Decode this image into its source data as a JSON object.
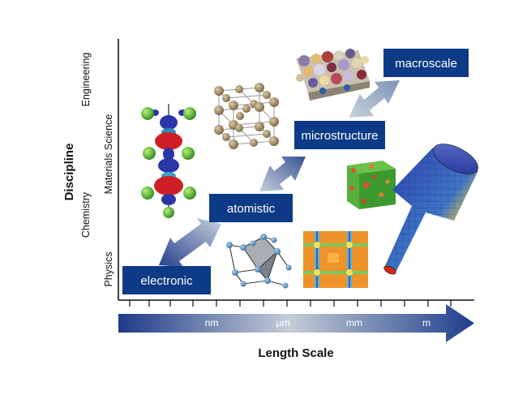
{
  "axes": {
    "y_title": "Discipline",
    "x_title": "Length Scale",
    "disciplines": [
      "Physics",
      "Chemistry",
      "Materials Science",
      "Engineering"
    ],
    "units": [
      "nm",
      "µm",
      "mm",
      "m"
    ]
  },
  "scale_boxes": {
    "electronic": "electronic",
    "atomistic": "atomistic",
    "microstructure": "microstructure",
    "macroscale": "macroscale"
  },
  "colors": {
    "box_blue": "#0c3a86",
    "arrow_dark": "#1e3e8c",
    "arrow_light": "#c4ccd6",
    "axis_line": "#111111"
  }
}
